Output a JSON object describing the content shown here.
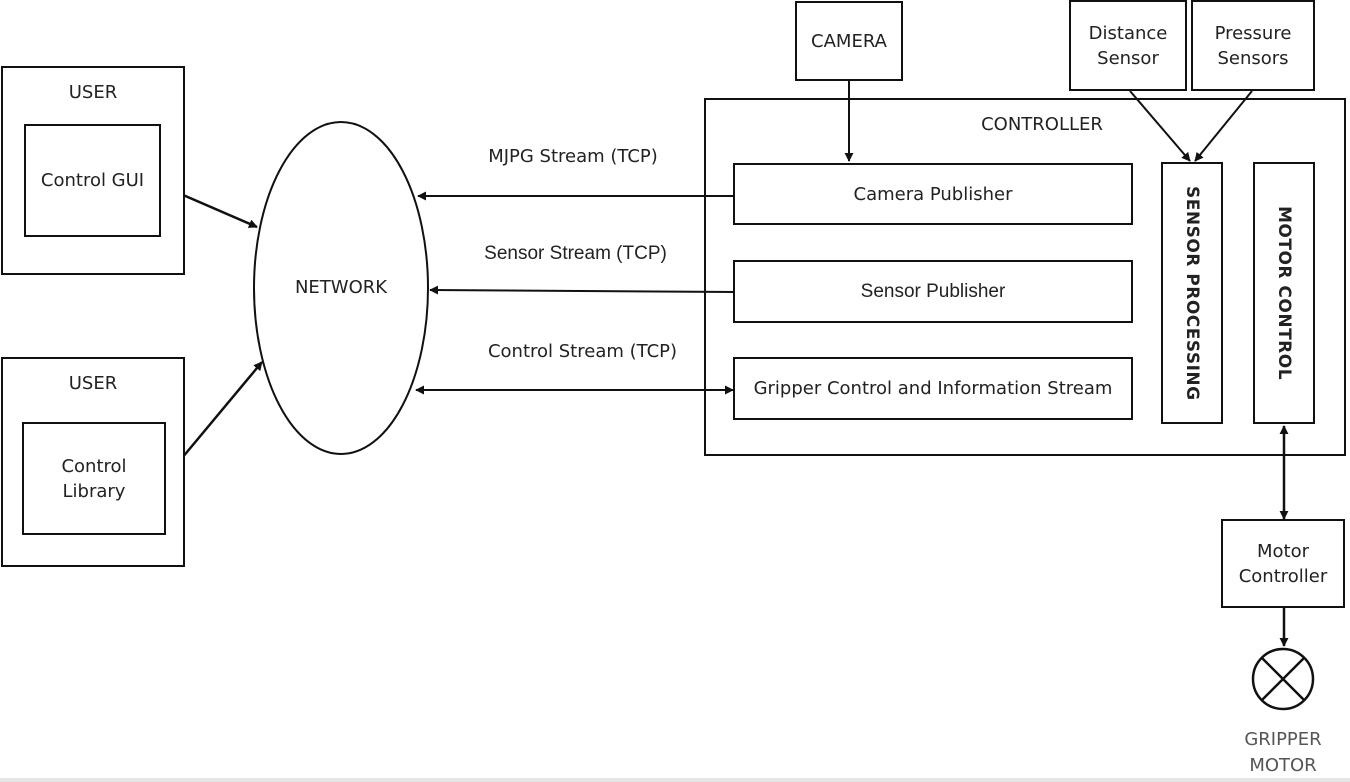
{
  "user_top": {
    "title": "USER",
    "inner": "Control GUI"
  },
  "user_bottom": {
    "title": "USER",
    "inner_line1": "Control",
    "inner_line2": "Library"
  },
  "network": {
    "label": "NETWORK"
  },
  "camera": {
    "label": "CAMERA"
  },
  "distance_sensor": {
    "line1": "Distance",
    "line2": "Sensor"
  },
  "pressure_sensors": {
    "line1": "Pressure",
    "line2": "Sensors"
  },
  "controller": {
    "title": "CONTROLLER",
    "camera_publisher": "Camera Publisher",
    "sensor_publisher": "Sensor Publisher",
    "gripper_stream": "Gripper Control and Information Stream",
    "sensor_processing": "SENSOR PROCESSING",
    "motor_control": "MOTOR CONTROL"
  },
  "streams": {
    "mjpg": "MJPG Stream (TCP)",
    "sensor": "Sensor Stream  (TCP)",
    "control": "Control Stream (TCP)"
  },
  "motor_controller": {
    "line1": "Motor",
    "line2": "Controller"
  },
  "gripper_motor": {
    "line1": "GRIPPER",
    "line2": "MOTOR"
  }
}
